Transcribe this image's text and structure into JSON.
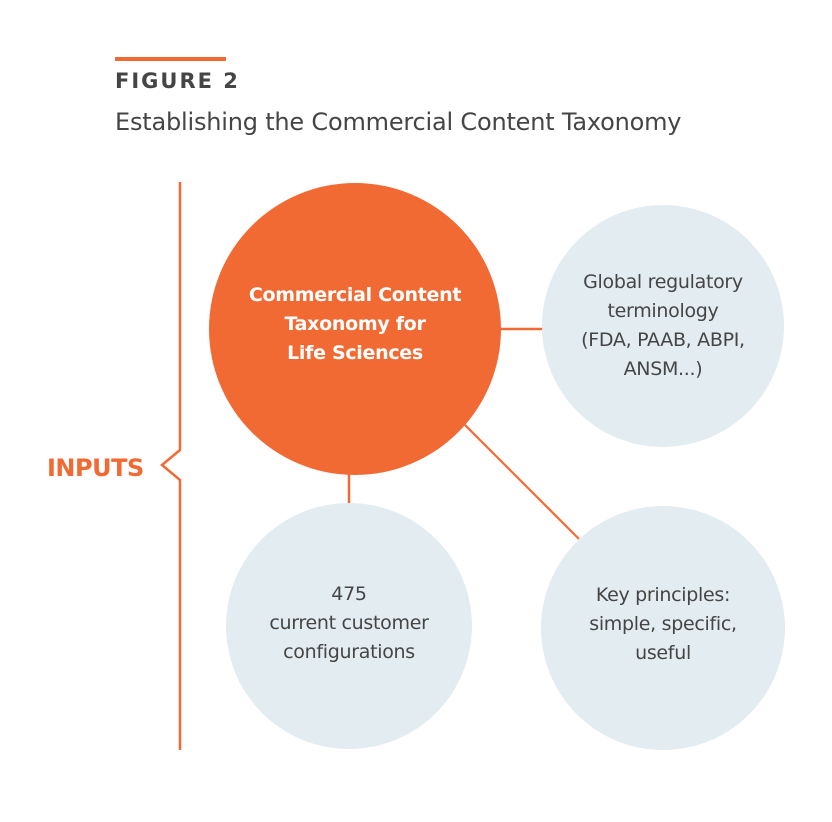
{
  "figure": {
    "label": "FIGURE 2",
    "title": "Establishing the Commercial Content Taxonomy"
  },
  "colors": {
    "accent": "#f26a33",
    "node_fill": "#e3ecf1",
    "text": "#454545",
    "main_text": "#ffffff"
  },
  "bracket": {
    "label": "INPUTS"
  },
  "nodes": {
    "main": {
      "lines": [
        "Commercial Content",
        "Taxonomy for",
        "Life Sciences"
      ]
    },
    "regulatory": {
      "lines": [
        "Global regulatory",
        "terminology",
        "(FDA, PAAB, ABPI,",
        "ANSM...)"
      ]
    },
    "configurations": {
      "lines": [
        "475",
        "current customer",
        "configurations"
      ]
    },
    "principles": {
      "lines": [
        "Key principles:",
        "simple, specific,",
        "useful"
      ]
    }
  }
}
